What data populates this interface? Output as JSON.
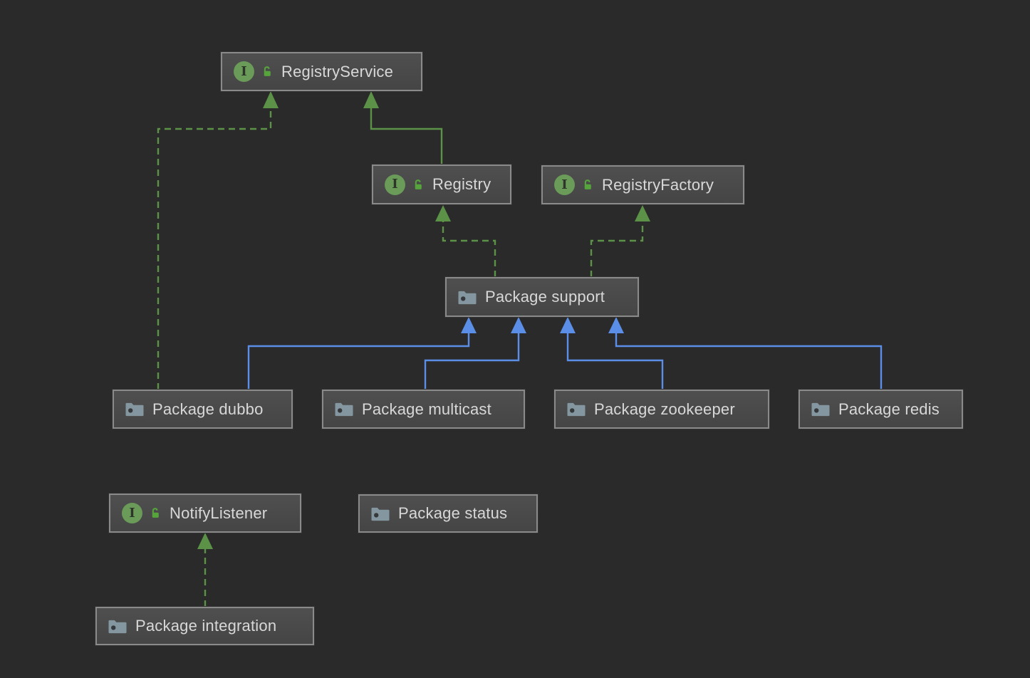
{
  "diagram": {
    "kind": "uml-package-and-interface-dependency-diagram",
    "colors": {
      "background": "#2a2a2b",
      "node_fill": "#4a4a4a",
      "node_border": "#8a8a8a",
      "node_text": "#d8d8d8",
      "green_edge": "#5c9247",
      "blue_edge": "#5b8ee6",
      "interface_icon": "#6a9b58",
      "lock_icon": "#56a43c",
      "folder_icon": "#8496a0"
    },
    "icons": {
      "interface": "green-circle-I-icon",
      "visibility": "unlocked-padlock-icon",
      "package": "folder-icon"
    },
    "nodes": [
      {
        "id": "registry-service",
        "label": "RegistryService",
        "type": "interface"
      },
      {
        "id": "registry",
        "label": "Registry",
        "type": "interface"
      },
      {
        "id": "registry-factory",
        "label": "RegistryFactory",
        "type": "interface"
      },
      {
        "id": "package-support",
        "label": "Package support",
        "type": "package"
      },
      {
        "id": "package-dubbo",
        "label": "Package dubbo",
        "type": "package"
      },
      {
        "id": "package-multicast",
        "label": "Package multicast",
        "type": "package"
      },
      {
        "id": "package-zookeeper",
        "label": "Package zookeeper",
        "type": "package"
      },
      {
        "id": "package-redis",
        "label": "Package redis",
        "type": "package"
      },
      {
        "id": "notify-listener",
        "label": "NotifyListener",
        "type": "interface"
      },
      {
        "id": "package-status",
        "label": "Package status",
        "type": "package"
      },
      {
        "id": "package-integration",
        "label": "Package integration",
        "type": "package"
      }
    ],
    "edges": [
      {
        "from": "Registry",
        "to": "RegistryService",
        "line": "solid",
        "color": "green"
      },
      {
        "from": "Package dubbo",
        "to": "RegistryService",
        "line": "dashed",
        "color": "green"
      },
      {
        "from": "Package support",
        "to": "Registry",
        "line": "dashed",
        "color": "green"
      },
      {
        "from": "Package support",
        "to": "RegistryFactory",
        "line": "dashed",
        "color": "green"
      },
      {
        "from": "Package integration",
        "to": "NotifyListener",
        "line": "dashed",
        "color": "green"
      },
      {
        "from": "Package dubbo",
        "to": "Package support",
        "line": "solid",
        "color": "blue"
      },
      {
        "from": "Package multicast",
        "to": "Package support",
        "line": "solid",
        "color": "blue"
      },
      {
        "from": "Package zookeeper",
        "to": "Package support",
        "line": "solid",
        "color": "blue"
      },
      {
        "from": "Package redis",
        "to": "Package support",
        "line": "solid",
        "color": "blue"
      }
    ]
  }
}
